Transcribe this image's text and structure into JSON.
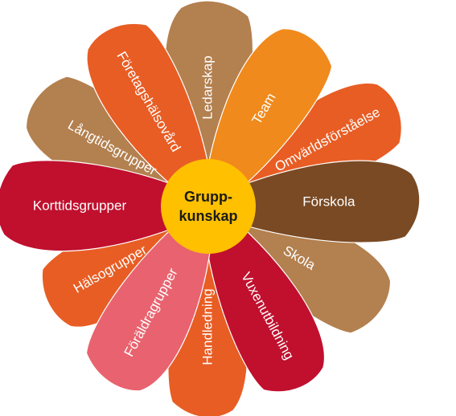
{
  "center": {
    "line1": "Grupp-",
    "line2": "kunskap",
    "color": "#FFC000"
  },
  "petals": [
    {
      "id": "ledarskap",
      "label": "Ledarskap",
      "color": "#B3804F"
    },
    {
      "id": "team",
      "label": "Team",
      "color": "#F08A1C"
    },
    {
      "id": "omvarldsforstaelse",
      "label": "Omvärldsförståelse",
      "color": "#E85D24"
    },
    {
      "id": "forskola",
      "label": "Förskola",
      "color": "#7A4A24"
    },
    {
      "id": "skola",
      "label": "Skola",
      "color": "#B3804F"
    },
    {
      "id": "vuxenutbildning",
      "label": "Vuxenutbildning",
      "color": "#C0102E"
    },
    {
      "id": "handledning",
      "label": "Handledning",
      "color": "#E85D24"
    },
    {
      "id": "foraldragrupper",
      "label": "Föräldragrupper",
      "color": "#E8636F"
    },
    {
      "id": "halsogrupper",
      "label": "Hälsogrupper",
      "color": "#E85D24"
    },
    {
      "id": "korttidsgrupper",
      "label": "Korttidsgrupper",
      "color": "#C0102E"
    },
    {
      "id": "langtidsgrupper",
      "label": "Långtidsgrupper",
      "color": "#B3804F"
    },
    {
      "id": "foretagshalsovard",
      "label": "Företagshälsovård",
      "color": "#E85D24"
    }
  ]
}
